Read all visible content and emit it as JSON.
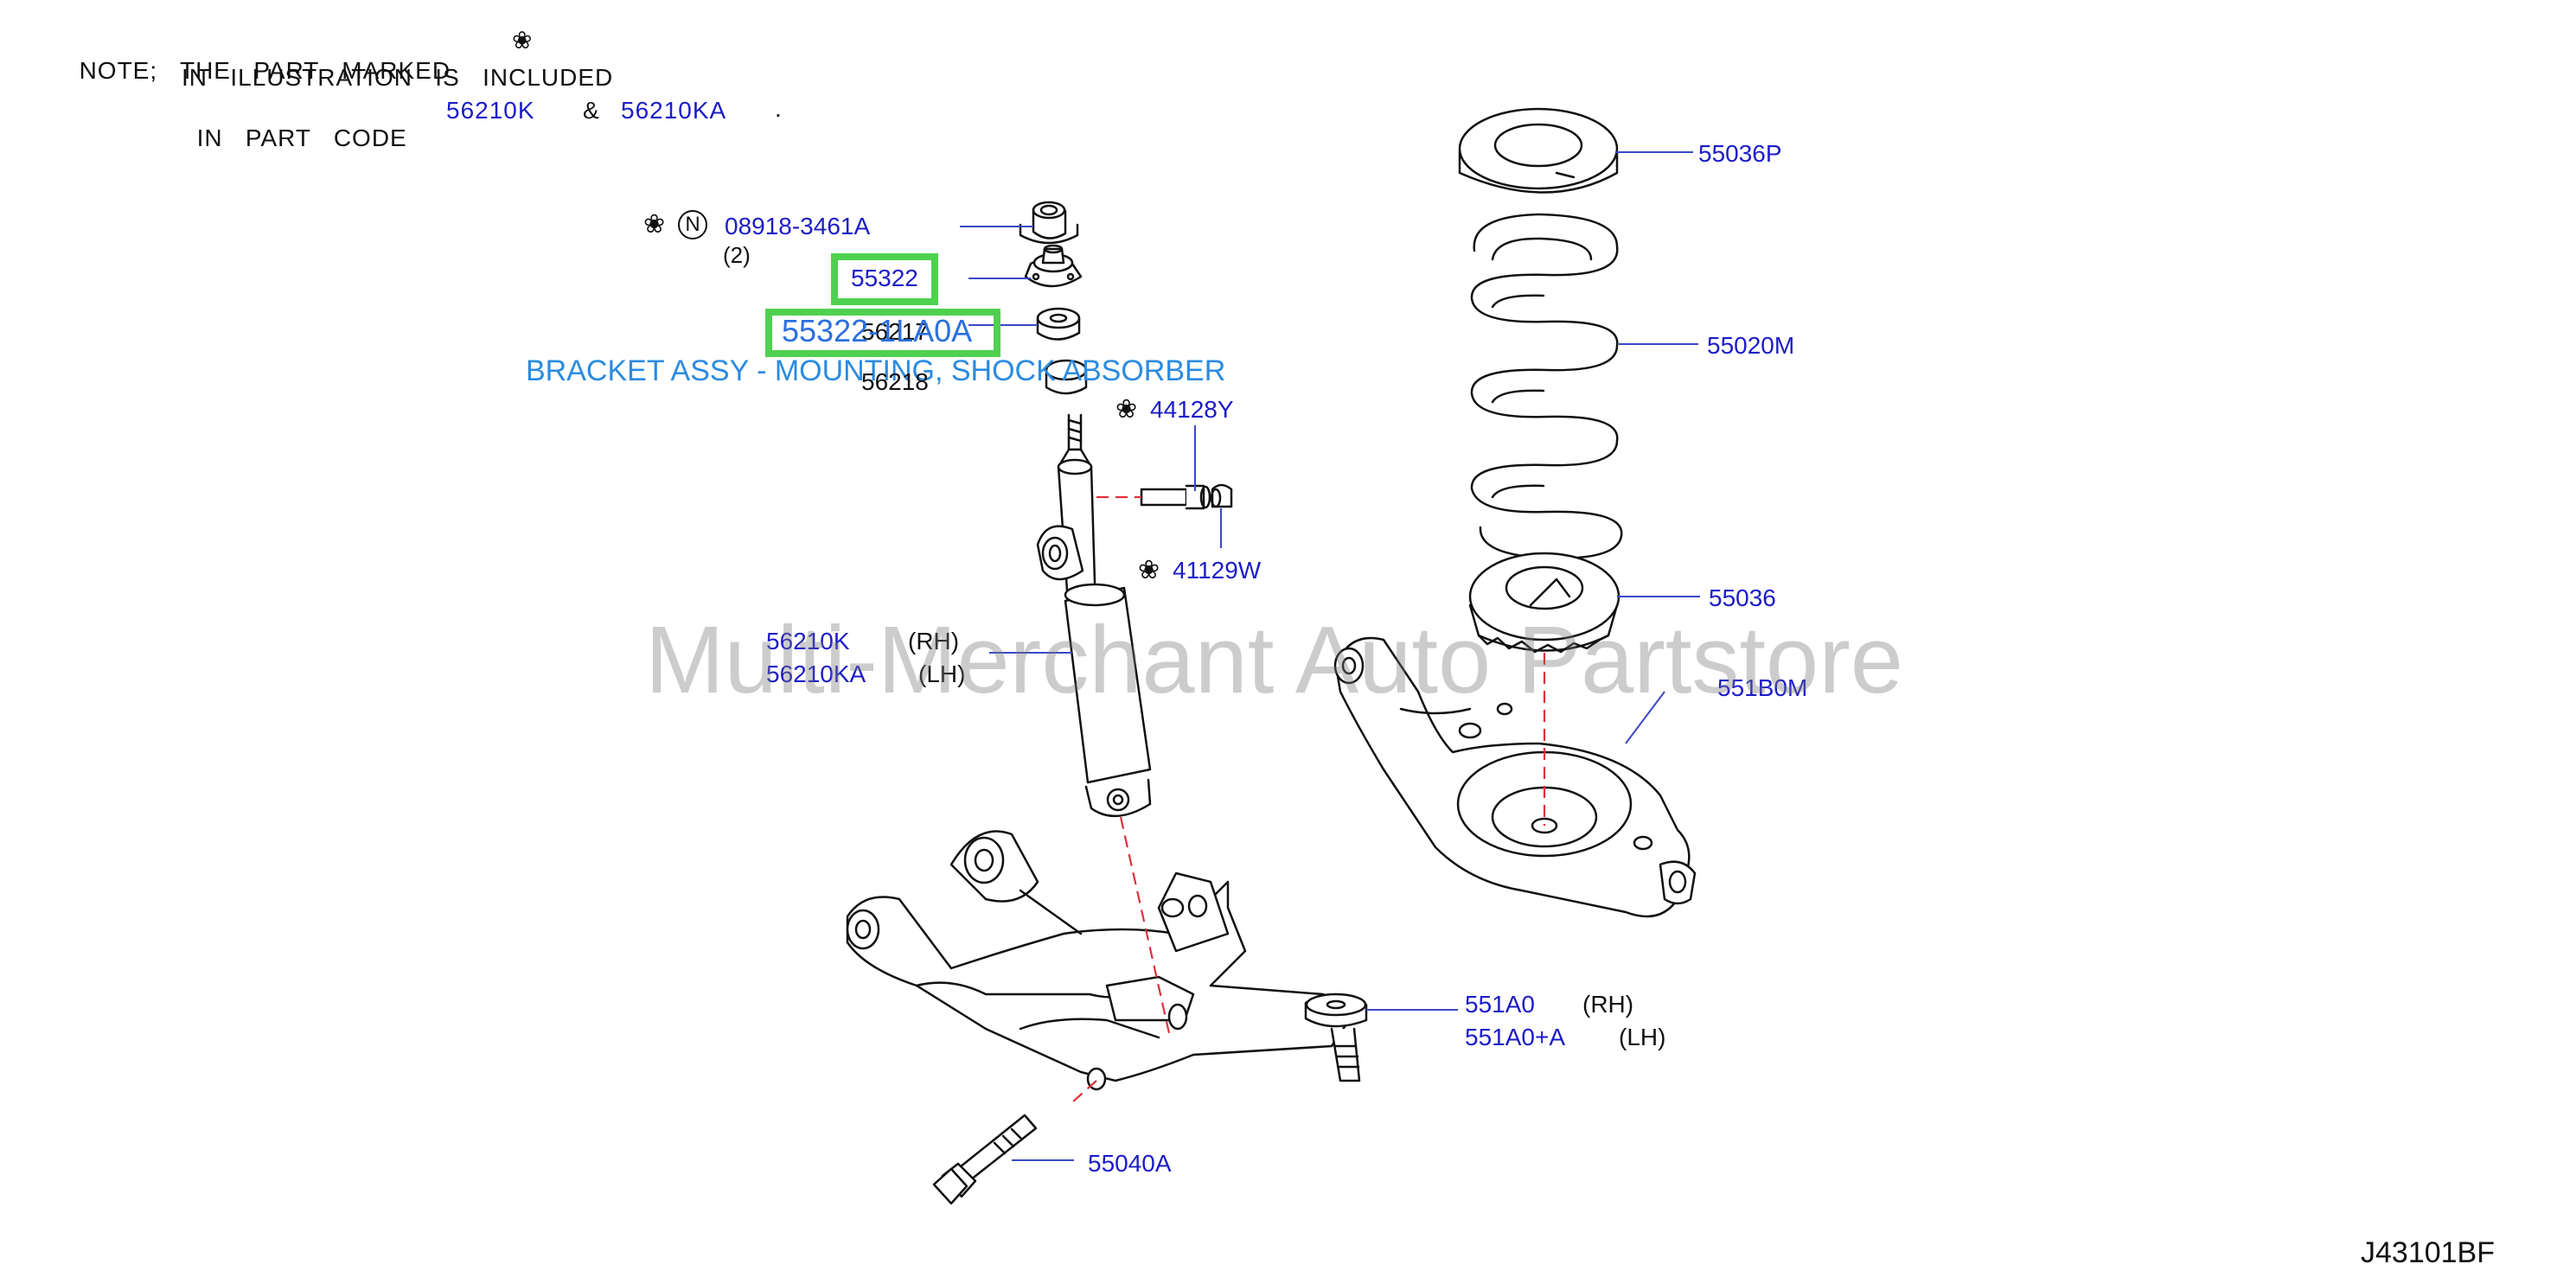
{
  "note": {
    "line1_a": "NOTE;",
    "line1_b": "THE",
    "line1_c": "PART",
    "line1_d": "MARKED",
    "line2": "IN   ILLUSTRATION   IS   INCLUDED",
    "line3_a": "IN   PART   CODE",
    "code1": "56210K",
    "amp": "&",
    "code2": "56210KA",
    "period": "."
  },
  "marker_symbol": "❀",
  "n_symbol": "N",
  "parts": {
    "p08918": "08918-3461A",
    "qty2": "(2)",
    "p55322": "55322",
    "p56217": "56217",
    "p56218": "56218",
    "p44128Y": "44128Y",
    "p41129W": "41129W",
    "p56210K": "56210K",
    "rh1": "(RH)",
    "p56210KA": "56210KA",
    "lh1": "(LH)",
    "p55036P": "55036P",
    "p55020M": "55020M",
    "p55036": "55036",
    "p551B0M": "551B0M",
    "p551A0": "551A0",
    "rh2": "(RH)",
    "p551A0A": "551A0+A",
    "lh2": "(LH)",
    "p55040A": "55040A"
  },
  "highlight": {
    "part_number": "55322-1LA0A",
    "title": "BRACKET ASSY - MOUNTING, SHOCK ABSORBER"
  },
  "watermark": "Multi-Merchant Auto Partstore",
  "diagram_code": "J43101BF"
}
